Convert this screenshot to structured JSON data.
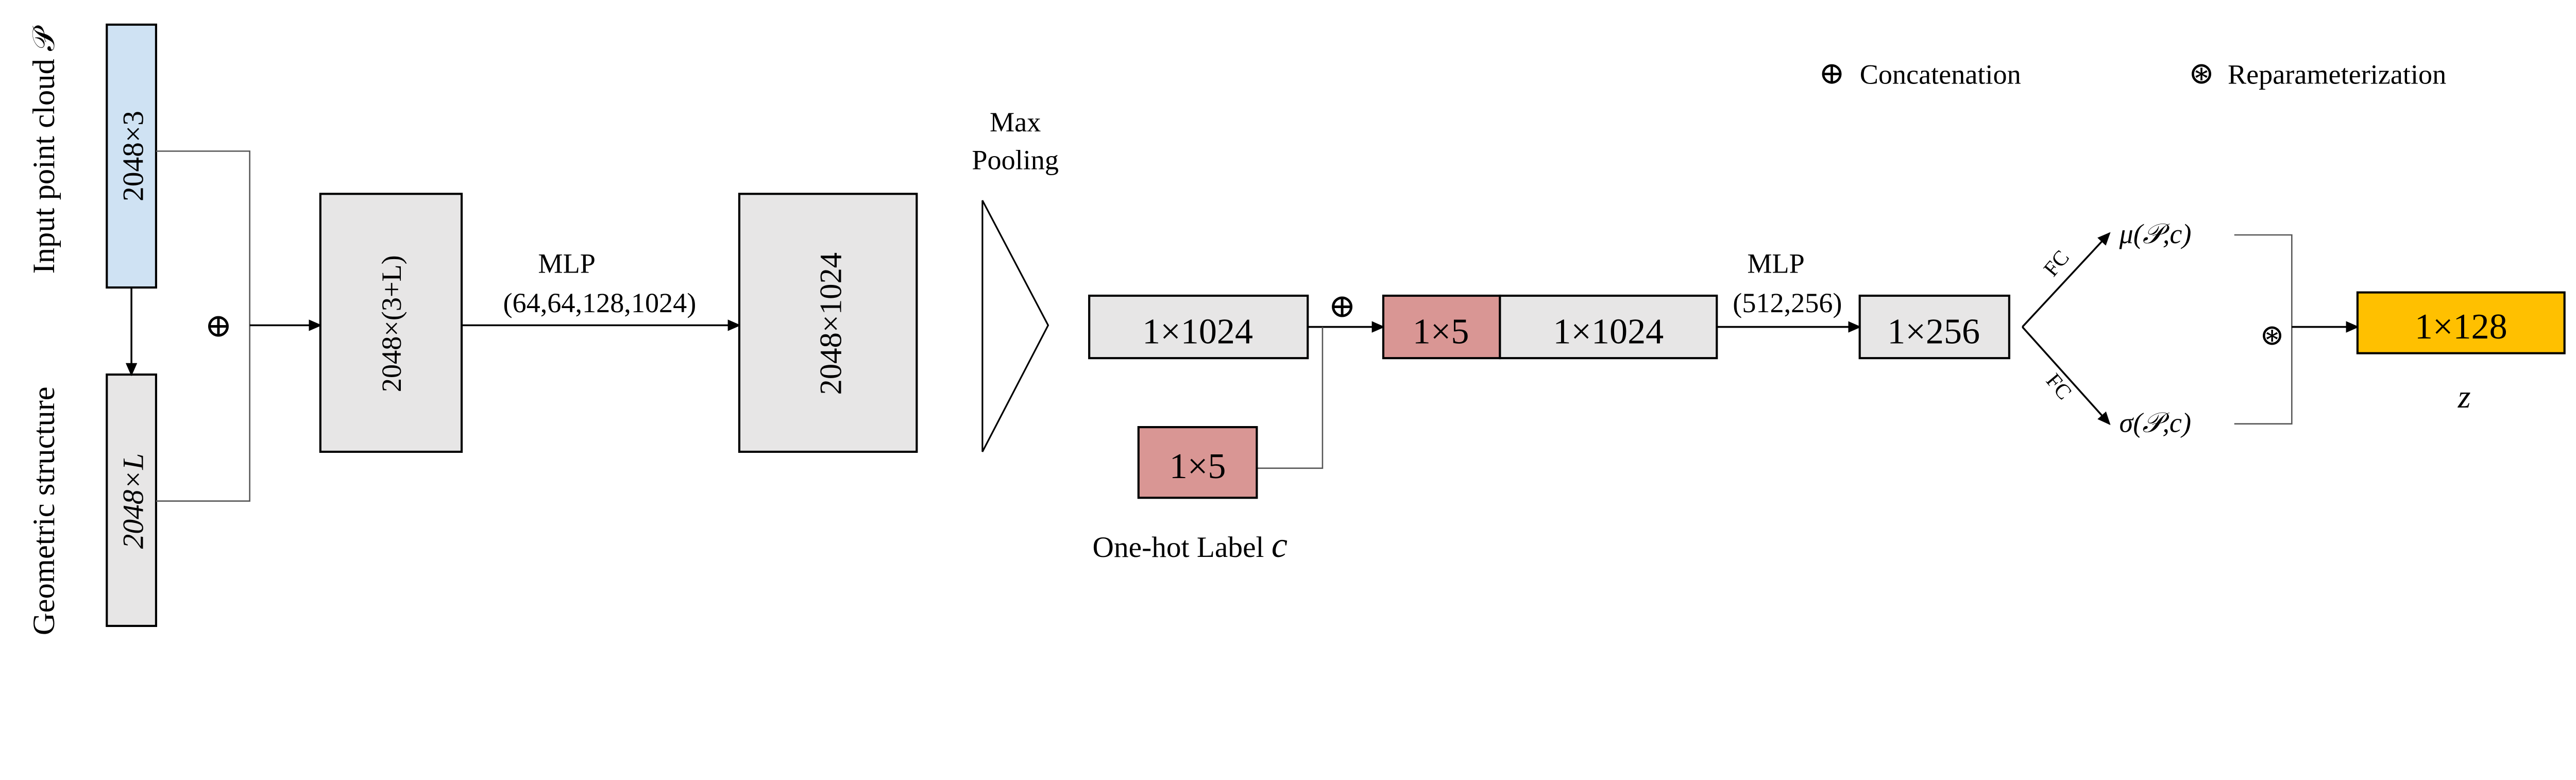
{
  "colors": {
    "input": "#CFE2F3",
    "feature": "#E7E6E6",
    "label": "#D99694",
    "latent": "#FFC000"
  },
  "left_labels": {
    "input": "Input point cloud 𝒫",
    "geometric": "Geometric structure"
  },
  "boxes": {
    "input": "2048×3",
    "geometric": "2048×L",
    "concat_features": "2048×(3+L)",
    "mlp_features": "2048×1024",
    "global_feature": "1×1024",
    "onehot": "1×5",
    "concat_label": "1×5",
    "concat_feature": "1×1024",
    "mlp2_out": "1×256",
    "latent": "1×128"
  },
  "labels": {
    "mlp1_title": "MLP",
    "mlp1_dims": "(64,64,128,1024)",
    "maxpool_line1": "Max",
    "maxpool_line2": "Pooling",
    "mlp2_title": "MLP",
    "mlp2_dims": "(512,256)",
    "onehot_label": "One-hot Label",
    "onehot_var": "c",
    "fc_top": "FC",
    "fc_bottom": "FC",
    "mu": "μ(𝒫,c)",
    "sigma": "σ(𝒫,c)",
    "z": "z",
    "concat_symbol": "⊕",
    "reparam_symbol": "⊛"
  },
  "legend": {
    "concat_symbol": "⊕",
    "concat_label": "Concatenation",
    "reparam_symbol": "⊛",
    "reparam_label": "Reparameterization"
  }
}
